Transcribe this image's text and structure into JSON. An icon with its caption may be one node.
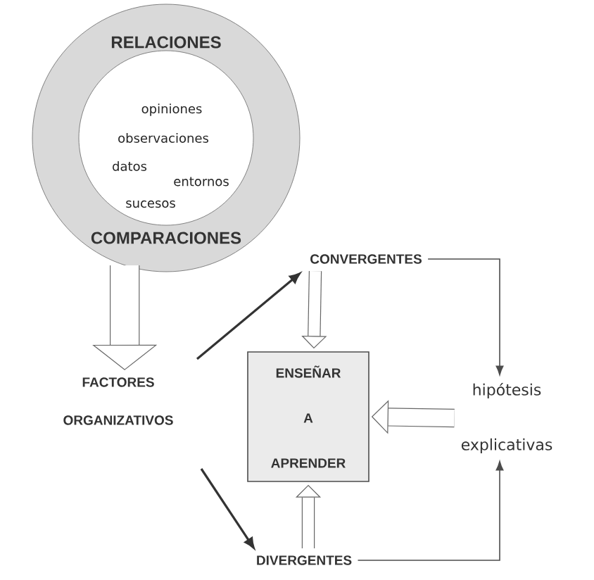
{
  "diagram": {
    "nodes": [
      {
        "text": [
          "RELACIONES",
          "COMPARACIONES"
        ]
      },
      {
        "text": [
          "opiniones",
          "observaciones",
          "datos",
          "entornos",
          "sucesos"
        ],
        "in": 0
      },
      {
        "text": [
          "FACTORES",
          "ORGANIZATIVOS"
        ]
      },
      {
        "text": [
          "CONVERGENTES"
        ]
      },
      {
        "text": [
          "ENSEÑAR A APRENDER"
        ]
      },
      {
        "text": [
          "DIVERGENTES"
        ]
      },
      {
        "text": [
          "hipótesis explicativas"
        ]
      }
    ],
    "edges": [
      {
        "from": 0,
        "to": 2,
        "arrow": "to",
        "style": "thick"
      },
      {
        "from": 2,
        "to": 3,
        "arrow": "to"
      },
      {
        "from": 2,
        "to": 5,
        "arrow": "to"
      },
      {
        "from": 3,
        "to": 4,
        "arrow": "to",
        "style": "thick"
      },
      {
        "from": 5,
        "to": 4,
        "arrow": "to",
        "style": "thick"
      },
      {
        "from": 6,
        "to": 4,
        "arrow": "to",
        "style": "thick"
      },
      {
        "from": 3,
        "to": 6,
        "arrow": "to"
      },
      {
        "from": 5,
        "to": 6,
        "arrow": "to"
      }
    ]
  }
}
